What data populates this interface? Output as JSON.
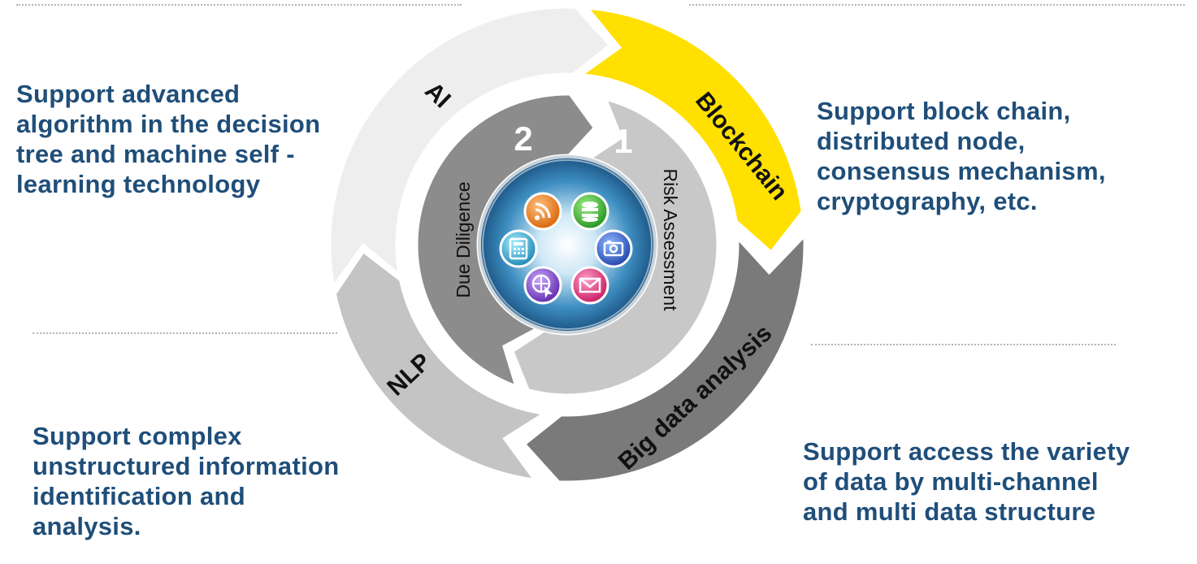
{
  "segments": {
    "ai": "AI",
    "blockchain": "Blockchain",
    "big_data": "Big data analysis",
    "nlp": "NLP"
  },
  "inner": {
    "due_diligence": "Due Diligence",
    "risk_assessment": "Risk Assessment",
    "num_2": "2",
    "num_1": "1"
  },
  "descriptions": {
    "ai": "Support advanced\nalgorithm in the decision\ntree and machine self -\nlearning technology",
    "blockchain": "Support block chain,\ndistributed node,\nconsensus mechanism,\ncryptography, etc.",
    "nlp": "Support complex\nunstructured information\nidentification and\nanalysis.",
    "big_data": "Support access the variety\nof data by multi-channel\nand multi data structure"
  },
  "colors": {
    "text": "#1f4e79",
    "ai": "#eeeeee",
    "blockchain": "#ffe000",
    "big_data": "#7a7a7a",
    "nlp": "#c4c4c4",
    "due_diligence": "#8c8c8c",
    "risk_assessment": "#c8c8c8"
  },
  "icons": [
    "rss-icon",
    "database-icon",
    "camera-icon",
    "mail-icon",
    "globe-cursor-icon",
    "calculator-icon"
  ]
}
